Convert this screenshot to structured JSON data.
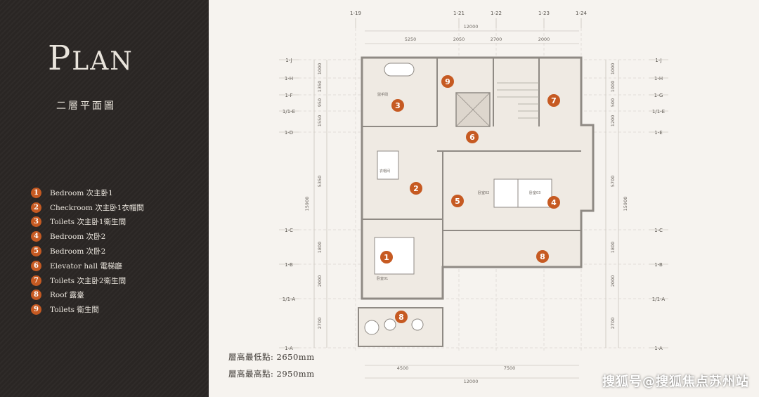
{
  "title_main": "P",
  "title_rest": "LAN",
  "subtitle": "二層平面圖",
  "legend": [
    {
      "num": "1",
      "label": "Bedroom 次主卧1"
    },
    {
      "num": "2",
      "label": "Checkroom 次主卧1衣帽間"
    },
    {
      "num": "3",
      "label": "Toilets 次主卧1衛生間"
    },
    {
      "num": "4",
      "label": "Bedroom 次卧2"
    },
    {
      "num": "5",
      "label": "Bedroom 次卧2"
    },
    {
      "num": "6",
      "label": "Elevator hall 電梯廳"
    },
    {
      "num": "7",
      "label": "Toilets 次主卧2衛生間"
    },
    {
      "num": "8",
      "label": "Roof 露臺"
    },
    {
      "num": "9",
      "label": "Toilets 衛生間"
    }
  ],
  "height_min": "層高最低點: 2650mm",
  "height_max": "層高最高點: 2950mm",
  "grid_top": [
    "1-19",
    "1-21",
    "1-22",
    "1-23",
    "1-24"
  ],
  "grid_left": [
    "1-J",
    "1-H",
    "1-F",
    "1/1-E",
    "1-D",
    "1-C",
    "1-B",
    "1/1-A",
    "1-A"
  ],
  "grid_right": [
    "1-J",
    "1-H",
    "1-G",
    "1/1-E",
    "1-E",
    "1-C",
    "1-B",
    "1/1-A",
    "1-A"
  ],
  "dims_top": [
    "5250",
    "2050",
    "2700",
    "2000"
  ],
  "dim_top_total": "12000",
  "dims_bottom": [
    "4500",
    "7500"
  ],
  "dim_bottom_total": "12000",
  "dims_left": [
    "1000",
    "1350",
    "950",
    "1550",
    "5350",
    "1800",
    "2000",
    "2700"
  ],
  "dim_left_total": "15900",
  "dims_right": [
    "1000",
    "1000",
    "500",
    "1200",
    "5700",
    "1800",
    "2000",
    "2700"
  ],
  "dim_right_total": "15900",
  "room_labels": {
    "toilet1": "盥手間",
    "checkroom": "衣帽间",
    "bedroom2": "卧室02",
    "bedroom3": "卧室03",
    "bedroom1": "卧室01"
  },
  "watermark": "搜狐号@搜狐焦点苏州站",
  "colors": {
    "panel": "#2a2624",
    "accent": "#c65a22",
    "wall": "#8f8a84",
    "fill": "#ece7e0"
  }
}
